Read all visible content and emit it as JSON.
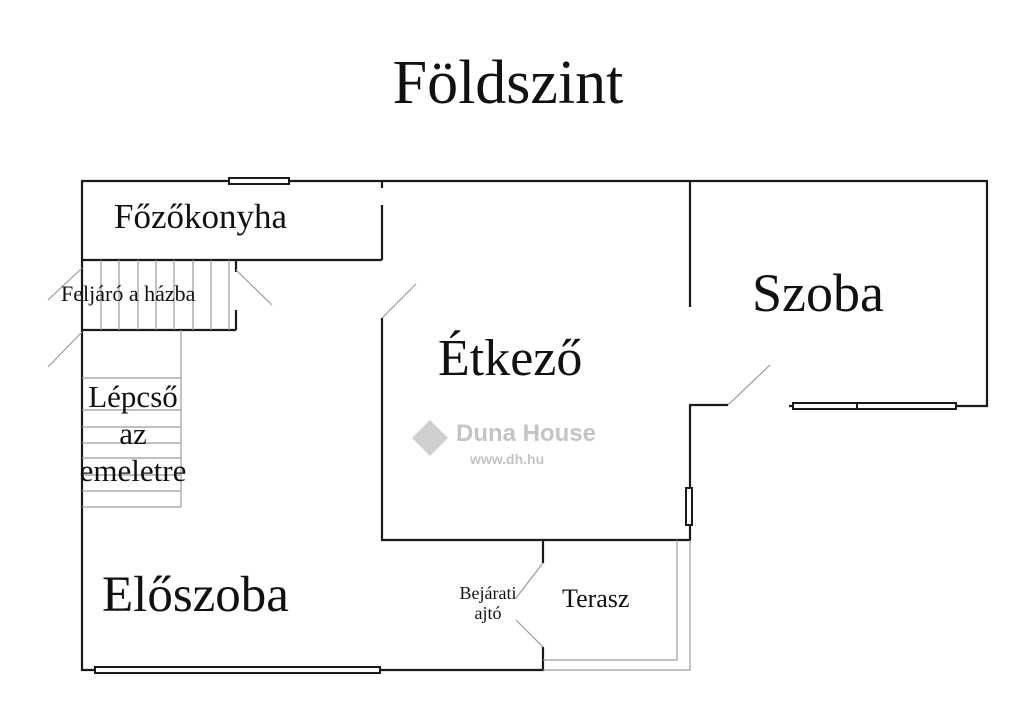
{
  "title": "Földszint",
  "rooms": {
    "kitchen": "Főzőkonyha",
    "entry_stairs": "Feljáró a házba",
    "stairs_line1": "Lépcső",
    "stairs_line2": "az",
    "stairs_line3": "emeletre",
    "dining": "Étkező",
    "room": "Szoba",
    "hall": "Előszoba",
    "door_line1": "Bejárati",
    "door_line2": "ajtó",
    "terrace": "Terasz"
  },
  "watermark": {
    "brand": "Duna House",
    "url": "www.dh.hu"
  }
}
